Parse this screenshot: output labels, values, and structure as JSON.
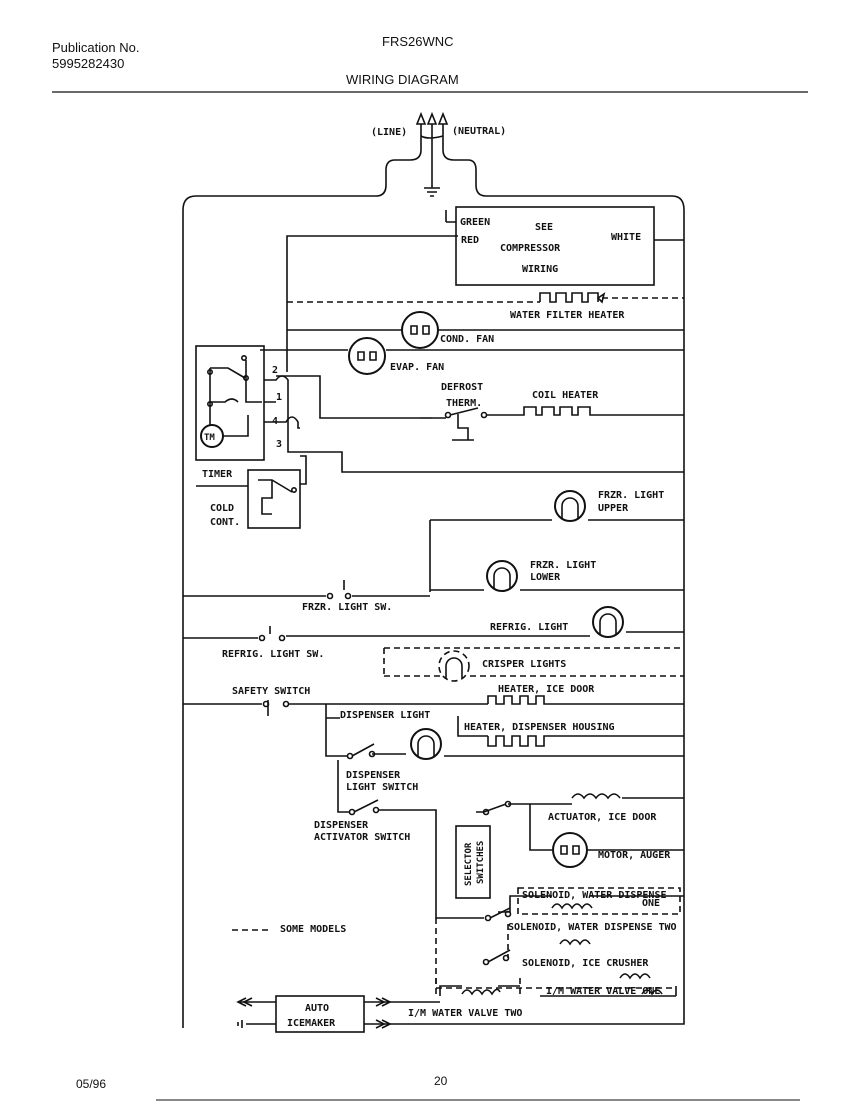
{
  "header": {
    "publication_label": "Publication No.",
    "publication_number": "5995282430",
    "model": "FRS26WNC",
    "title": "WIRING DIAGRAM"
  },
  "footer": {
    "date": "05/96",
    "page": "20"
  },
  "labels": {
    "line": "(LINE)",
    "neutral": "(NEUTRAL)",
    "green": "GREEN",
    "red": "RED",
    "white": "WHITE",
    "see": "SEE",
    "compressor": "COMPRESSOR",
    "wiring": "WIRING",
    "water_filter_heater": "WATER FILTER HEATER",
    "cond_fan": "COND. FAN",
    "evap_fan": "EVAP. FAN",
    "defrost": "DEFROST",
    "therm": "THERM.",
    "coil_heater": "COIL HEATER",
    "tm": "TM",
    "t2": "2",
    "t1": "1",
    "t4": "4",
    "t3": "3",
    "timer": "TIMER",
    "cold": "COLD",
    "cont": "CONT.",
    "frzr_light": "FRZR. LIGHT",
    "upper": "UPPER",
    "lower": "LOWER",
    "frzr_light_sw": "FRZR. LIGHT SW.",
    "refrig_light": "REFRIG. LIGHT",
    "refrig_light_sw": "REFRIG. LIGHT SW.",
    "crisper_lights": "CRISPER LIGHTS",
    "safety_switch": "SAFETY SWITCH",
    "heater_ice_door": "HEATER, ICE DOOR",
    "dispenser_light": "DISPENSER LIGHT",
    "heater_dispenser_housing": "HEATER, DISPENSER HOUSING",
    "dispenser": "DISPENSER",
    "light_switch": "LIGHT SWITCH",
    "activator_switch": "ACTIVATOR SWITCH",
    "actuator_ice_door": "ACTUATOR, ICE DOOR",
    "motor_auger": "MOTOR, AUGER",
    "selector": "SELECTOR",
    "switches": "SWITCHES",
    "solenoid_water_dispense": "SOLENOID, WATER DISPENSE",
    "one": "ONE",
    "solenoid_water_dispense_two": "SOLENOID, WATER DISPENSE TWO",
    "solenoid_ice_crusher": "SOLENOID, ICE CRUSHER",
    "im_water_valve_one": "I/M WATER VALVE ONE",
    "im_water_valve_two": "I/M WATER VALVE TWO",
    "some_models": "SOME MODELS",
    "auto": "AUTO",
    "icemaker": "ICEMAKER"
  }
}
